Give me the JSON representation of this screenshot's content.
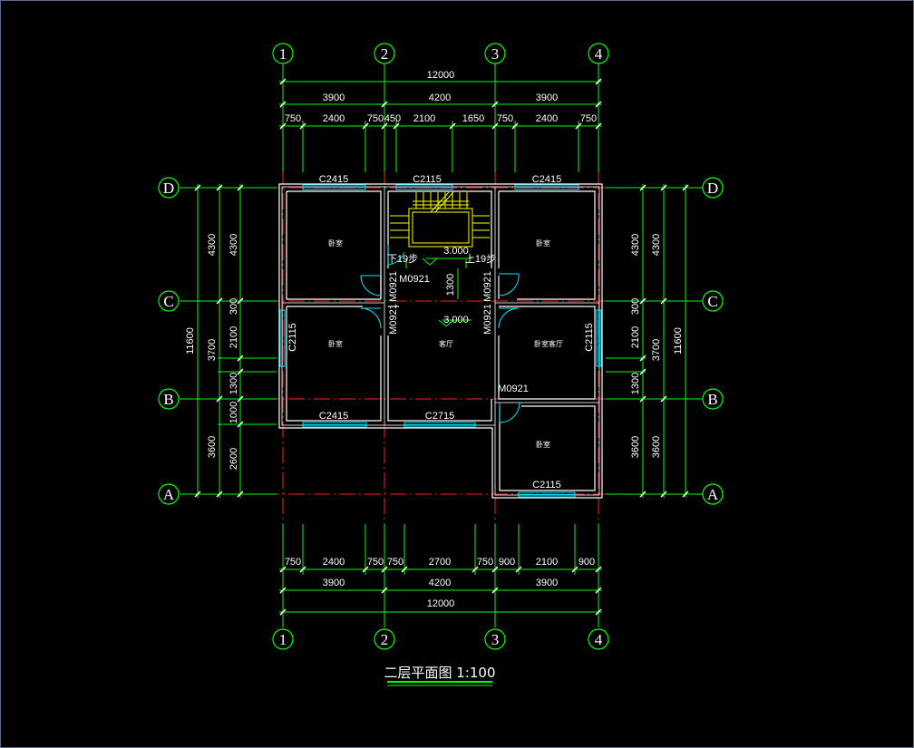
{
  "drawing": {
    "title": "二层平面图 1:100",
    "axes_vertical": [
      "1",
      "2",
      "3",
      "4"
    ],
    "axes_horizontal": [
      "D",
      "C",
      "B",
      "A"
    ],
    "top_dims": {
      "total": "12000",
      "spans": [
        "3900",
        "4200",
        "3900"
      ],
      "details": [
        "750",
        "2400",
        "750",
        "450",
        "2100",
        "1650",
        "750",
        "2400",
        "750"
      ]
    },
    "bottom_dims": {
      "total": "12000",
      "spans": [
        "3900",
        "4200",
        "3900"
      ],
      "details": [
        "750",
        "2400",
        "750",
        "750",
        "2700",
        "750",
        "900",
        "2100",
        "900"
      ]
    },
    "left_dims": {
      "total": "11600",
      "spans": [
        "4300",
        "3700",
        "3600"
      ],
      "details": [
        "4300",
        "300",
        "2100",
        "1300",
        "1000",
        "2600"
      ]
    },
    "right_dims": {
      "total": "11600",
      "spans": [
        "4300",
        "3700",
        "3600"
      ],
      "details": [
        "4300",
        "300",
        "2100",
        "1300",
        "3600"
      ]
    },
    "windows": [
      "C2415",
      "C2115",
      "C2415",
      "C2115",
      "C2115",
      "C2415",
      "C2715",
      "C2115"
    ],
    "doors": [
      "M0921",
      "M0921",
      "M0921",
      "M0921",
      "M0921"
    ],
    "rooms": [
      "卧室",
      "卧室",
      "卧室",
      "客厅",
      "卧室客厅",
      "卧室"
    ],
    "stair": {
      "down": "下19步",
      "up": "上19步",
      "level": "3.000",
      "dim": "1300"
    },
    "floor_level": "3.000"
  }
}
